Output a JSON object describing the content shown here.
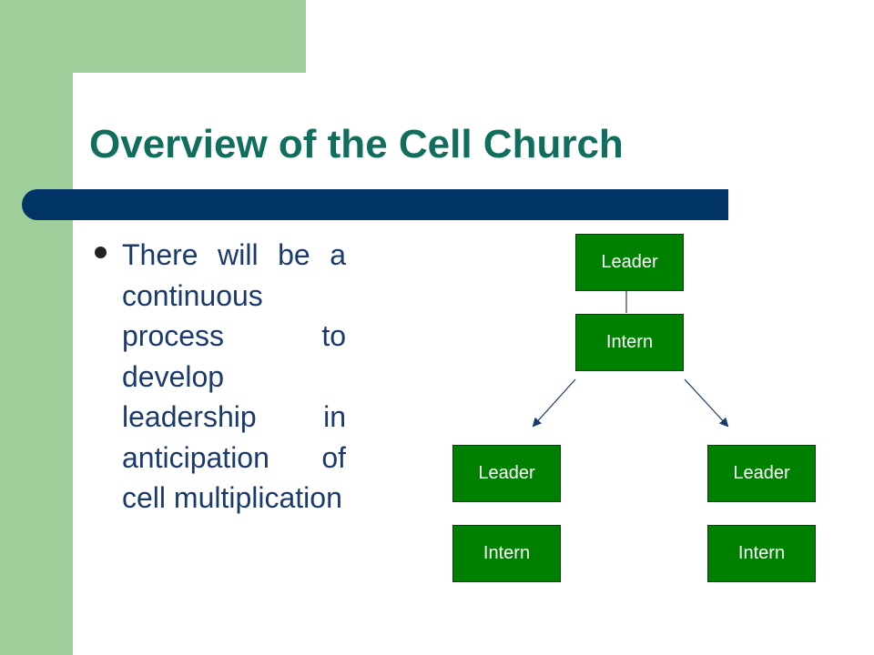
{
  "slide": {
    "title": "Overview of the Cell Church",
    "bullet": "There will be a continuous process to develop leadership in anticipation of cell multiplication"
  },
  "diagram": {
    "parent": {
      "leader": "Leader",
      "intern": "Intern"
    },
    "children": [
      {
        "leader": "Leader",
        "intern": "Intern"
      },
      {
        "leader": "Leader",
        "intern": "Intern"
      }
    ]
  },
  "colors": {
    "sidebar_green": "#9ecf9a",
    "title_teal": "#0f6e5c",
    "bar_navy": "#003366",
    "node_green": "#008000",
    "bullet_text": "#1a3a6e"
  }
}
